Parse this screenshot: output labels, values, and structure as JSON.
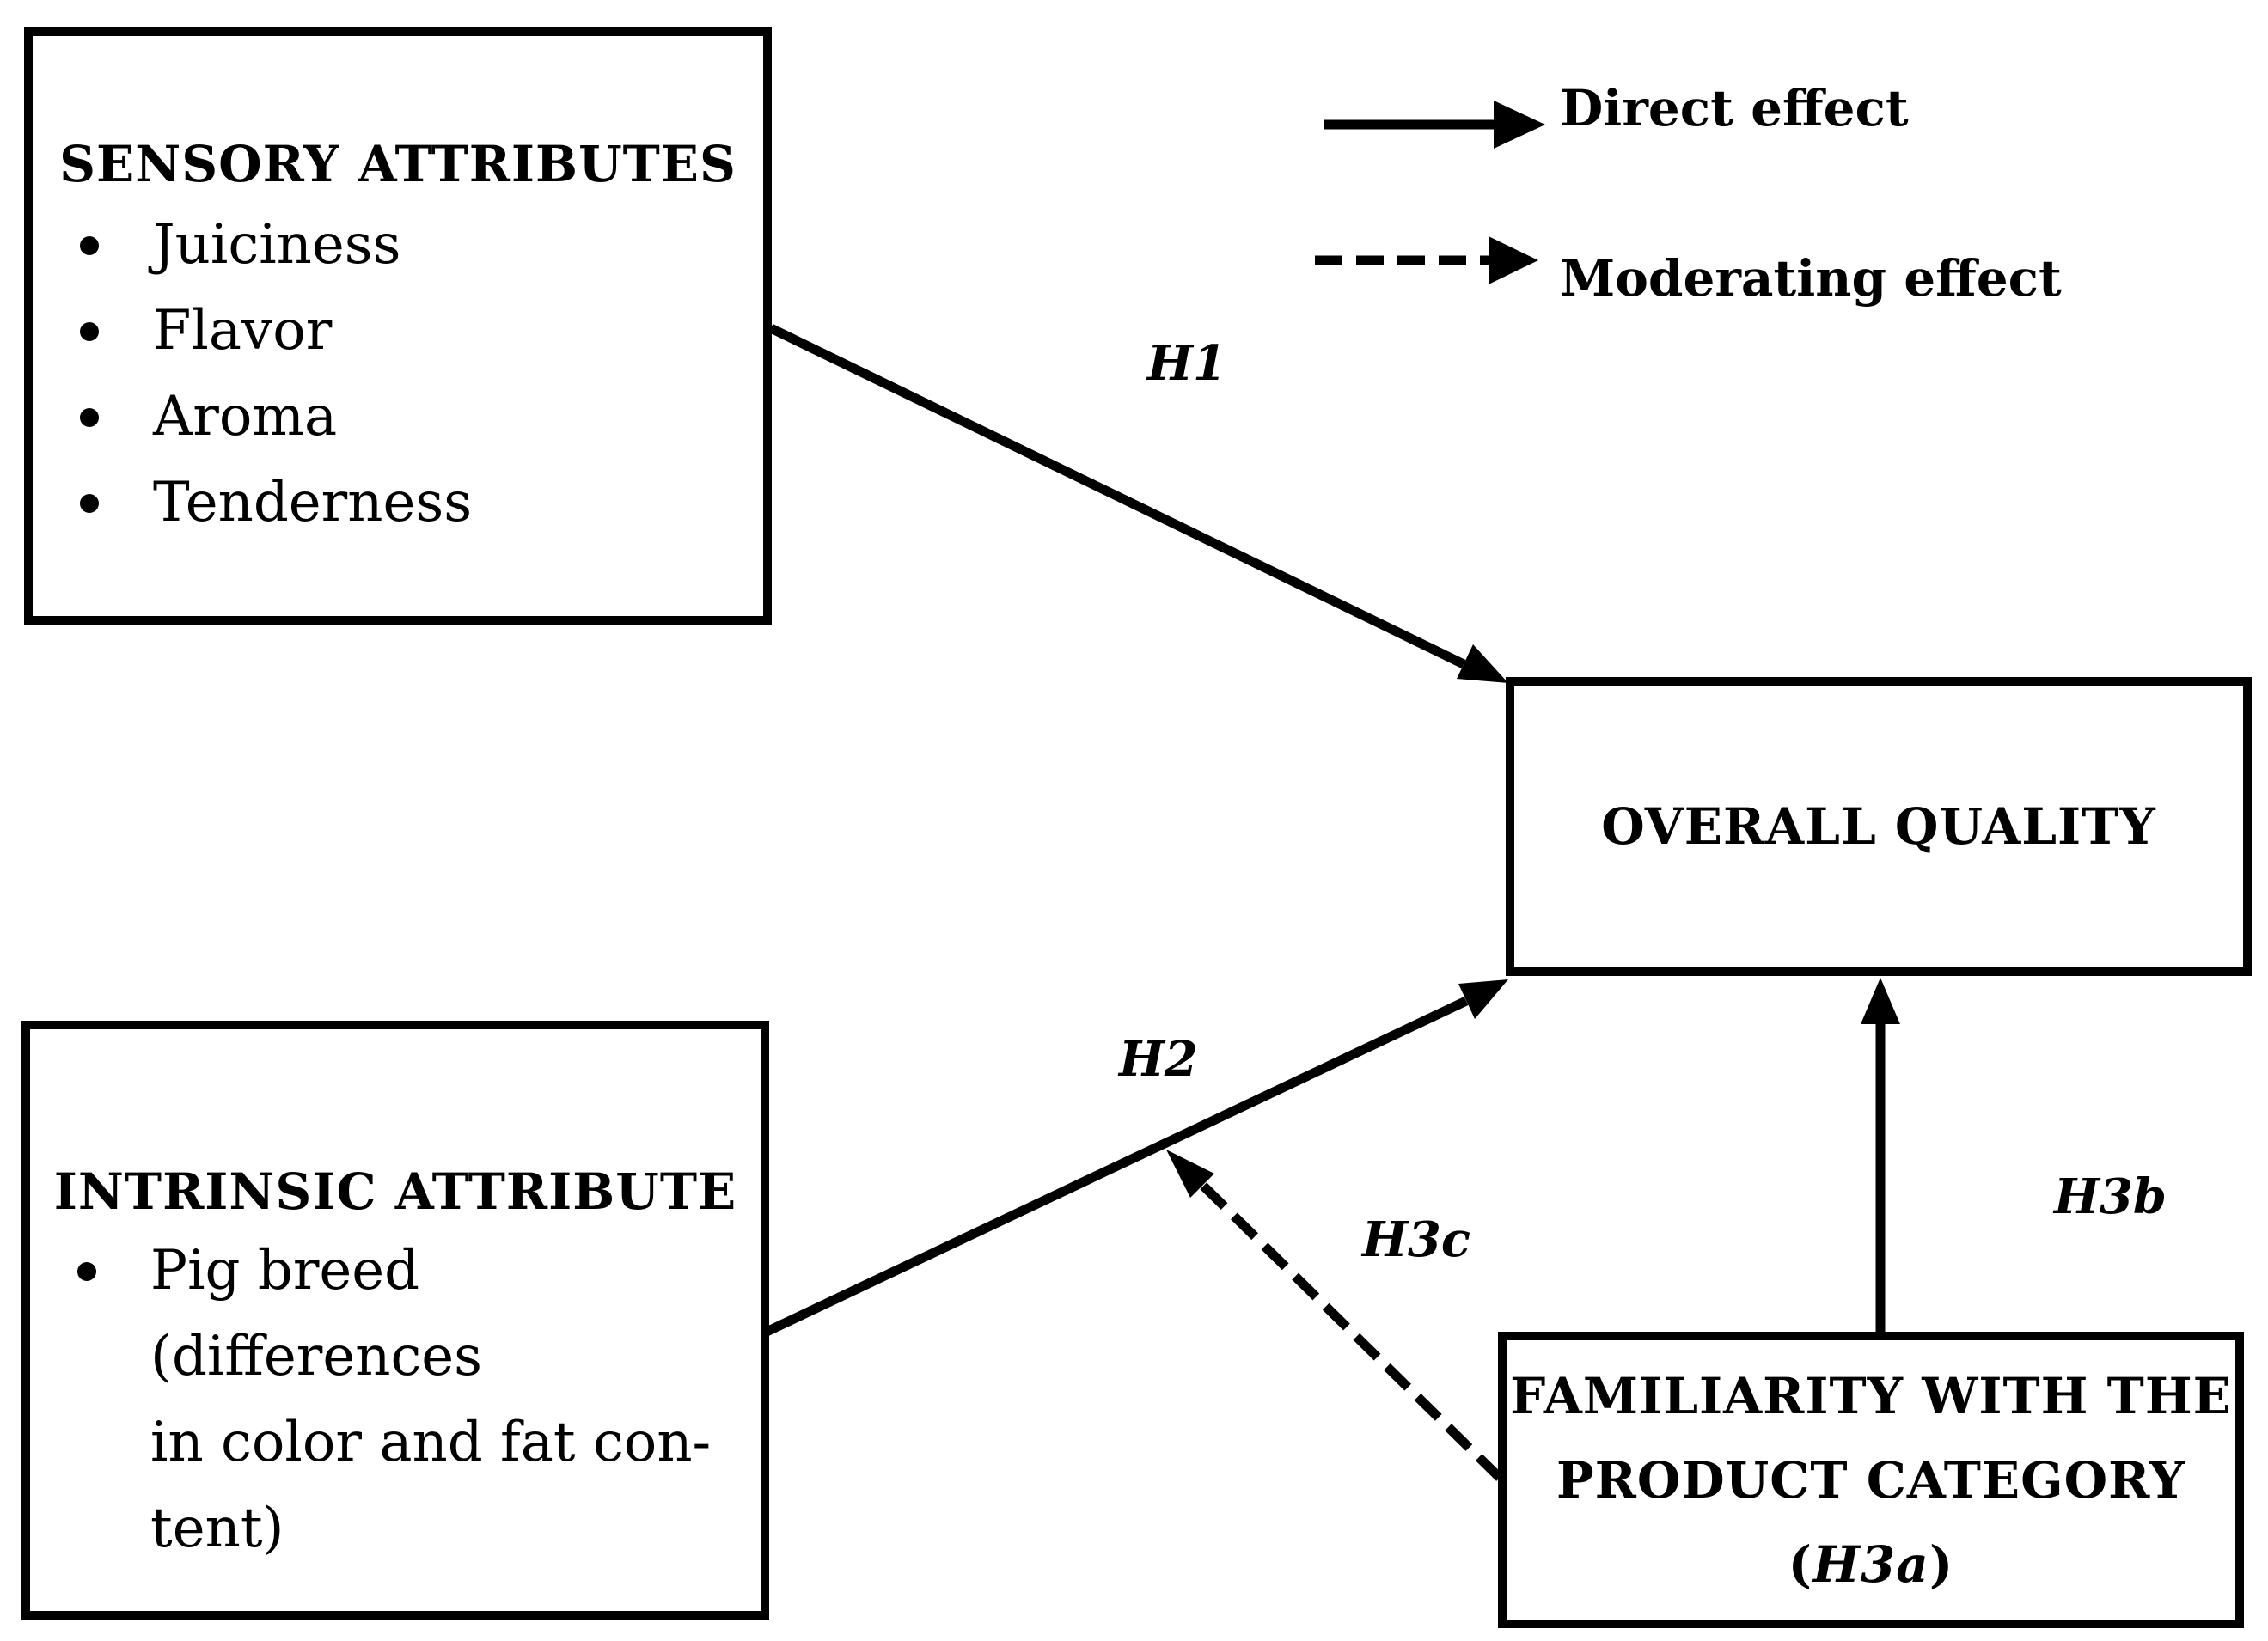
{
  "sensory": {
    "title": "SENSORY ATTRIBUTES",
    "items": [
      "Juiciness",
      "Flavor",
      "Aroma",
      "Tenderness"
    ]
  },
  "intrinsic": {
    "title": "INTRINSIC ATTRIBUTE",
    "items": [
      "Pig breed (differences in color and fat con-tent)"
    ],
    "item_lines": [
      "Pig breed (differences",
      "in color and fat con-",
      "tent)"
    ]
  },
  "overall": {
    "title": "OVERALL QUALITY"
  },
  "familiarity": {
    "line1": "FAMILIARITY WITH THE",
    "line2": "PRODUCT CATEGORY",
    "line3_open": "(",
    "line3_italic": "H3a",
    "line3_close": ")"
  },
  "legend": {
    "direct": "Direct effect",
    "moderating": "Moderating effect"
  },
  "hypotheses": {
    "h1": "H1",
    "h2": "H2",
    "h3b": "H3b",
    "h3c": "H3c"
  }
}
